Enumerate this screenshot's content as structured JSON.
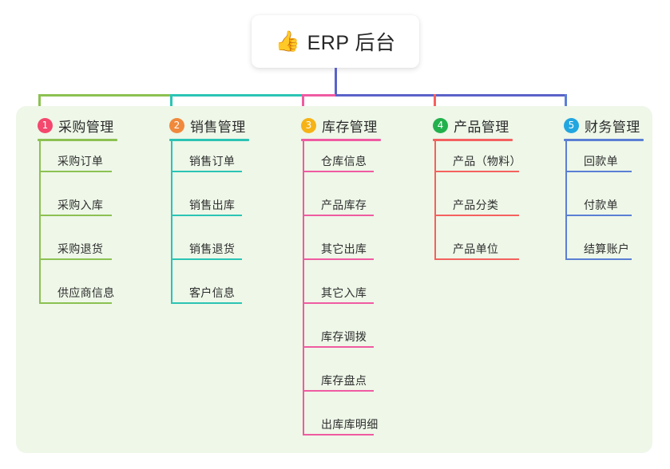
{
  "diagram": {
    "background_color": "#ffffff",
    "panel_color": "#eef7e8",
    "root": {
      "icon": "thumbs-up-icon",
      "icon_glyph": "👍",
      "title": "ERP 后台",
      "box_color": "#ffffff",
      "stem_color": "#5b62c8"
    },
    "bus_color": "#5b62c8",
    "branches": [
      {
        "index": "1",
        "title": "采购管理",
        "badge_color": "#f4486e",
        "line_color": "#8cc152",
        "stem_color": "#8cc152",
        "items": [
          "采购订单",
          "采购入库",
          "采购退货",
          "供应商信息"
        ]
      },
      {
        "index": "2",
        "title": "销售管理",
        "badge_color": "#f0893c",
        "line_color": "#2bc4b4",
        "stem_color": "#2bc4b4",
        "items": [
          "销售订单",
          "销售出库",
          "销售退货",
          "客户信息"
        ]
      },
      {
        "index": "3",
        "title": "库存管理",
        "badge_color": "#f6b316",
        "line_color": "#ef5ba1",
        "stem_color": "#ef5ba1",
        "items": [
          "仓库信息",
          "产品库存",
          "其它出库",
          "其它入库",
          "库存调拨",
          "库存盘点",
          "出库库明细"
        ]
      },
      {
        "index": "4",
        "title": "产品管理",
        "badge_color": "#22b14c",
        "line_color": "#f4615f",
        "stem_color": "#f4615f",
        "items": [
          "产品（物料）",
          "产品分类",
          "产品单位"
        ]
      },
      {
        "index": "5",
        "title": "财务管理",
        "badge_color": "#22a6e0",
        "line_color": "#5b7fd4",
        "stem_color": "#5b7fd4",
        "items": [
          "回款单",
          "付款单",
          "结算账户"
        ]
      }
    ]
  }
}
